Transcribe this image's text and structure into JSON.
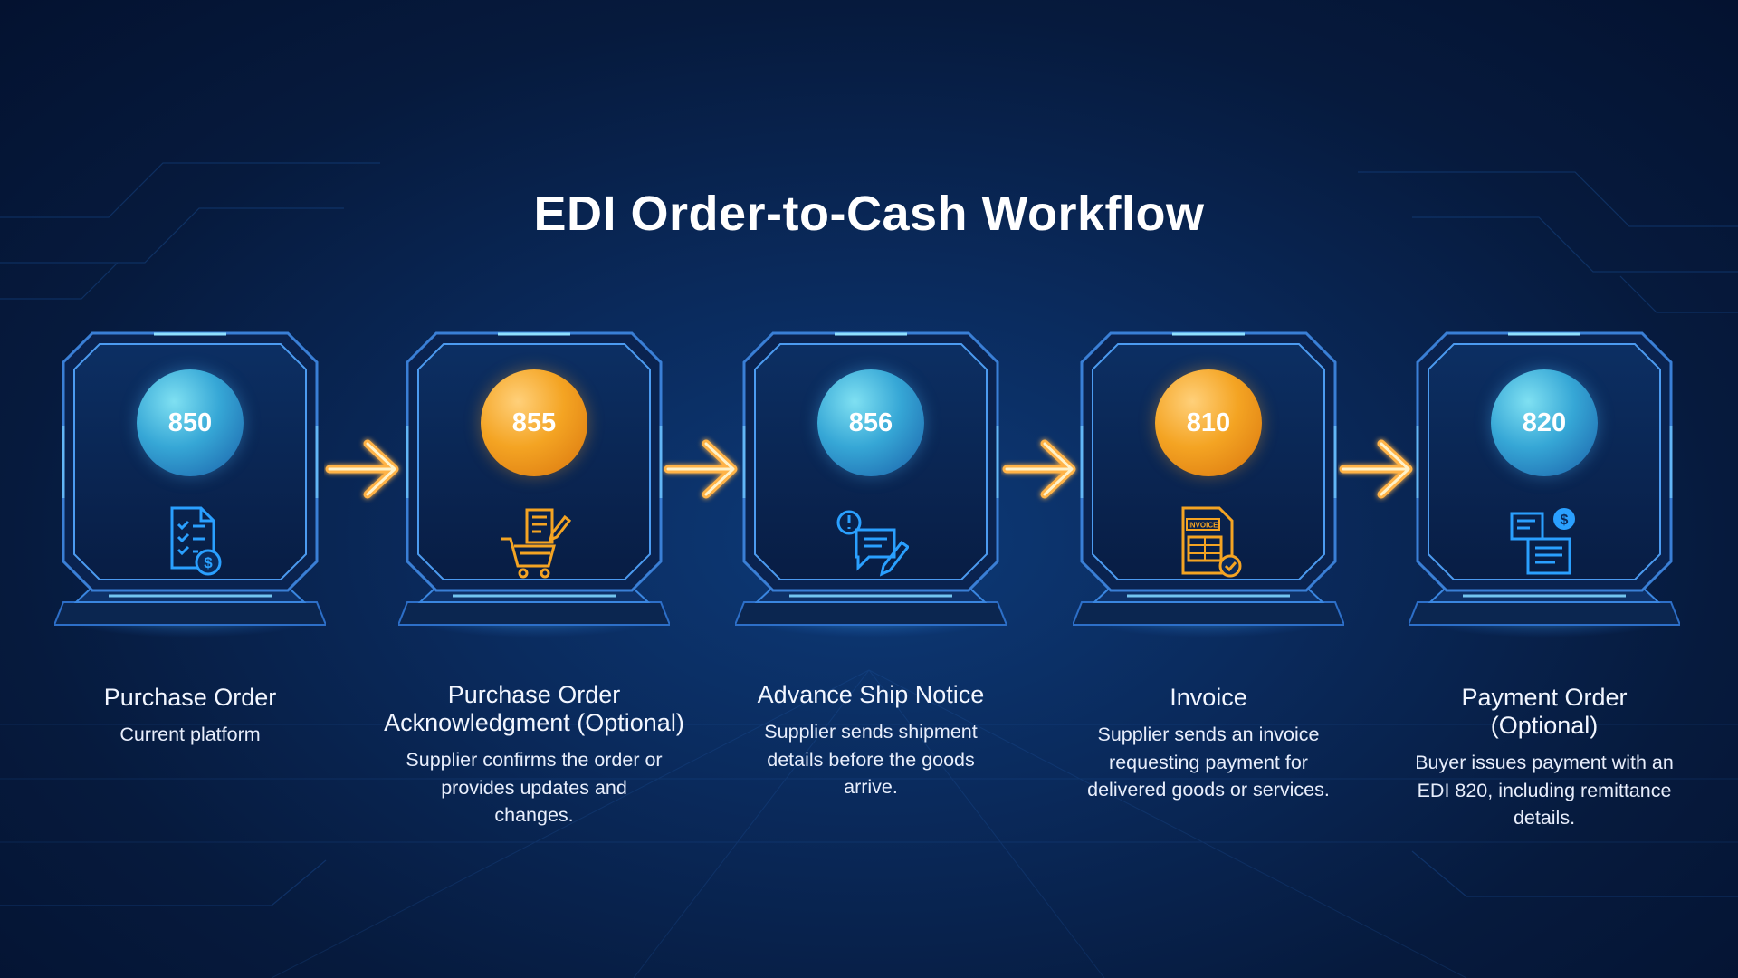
{
  "title": "EDI Order-to-Cash Workflow",
  "colors": {
    "blue_circle": "#36a7d6",
    "orange_circle": "#f4a423",
    "arrow": "#ffb347",
    "frame_glow": "#3fa9ff"
  },
  "steps": [
    {
      "code": "850",
      "circle_color": "blue",
      "icon": "purchase-order-icon",
      "title": "Purchase Order",
      "description": "Current platform"
    },
    {
      "code": "855",
      "circle_color": "orange",
      "icon": "cart-checklist-icon",
      "title": "Purchase Order Acknowledgment (Optional)",
      "description": "Supplier confirms the order or provides updates and changes."
    },
    {
      "code": "856",
      "circle_color": "blue",
      "icon": "notice-chat-icon",
      "title": "Advance Ship Notice",
      "description": "Supplier sends shipment details before the goods arrive."
    },
    {
      "code": "810",
      "circle_color": "orange",
      "icon": "invoice-icon",
      "title": "Invoice",
      "description": "Supplier sends an invoice requesting payment for delivered goods or services."
    },
    {
      "code": "820",
      "circle_color": "blue",
      "icon": "payment-document-icon",
      "title": "Payment Order (Optional)",
      "description": "Buyer issues payment with an EDI 820, including remittance details."
    }
  ]
}
